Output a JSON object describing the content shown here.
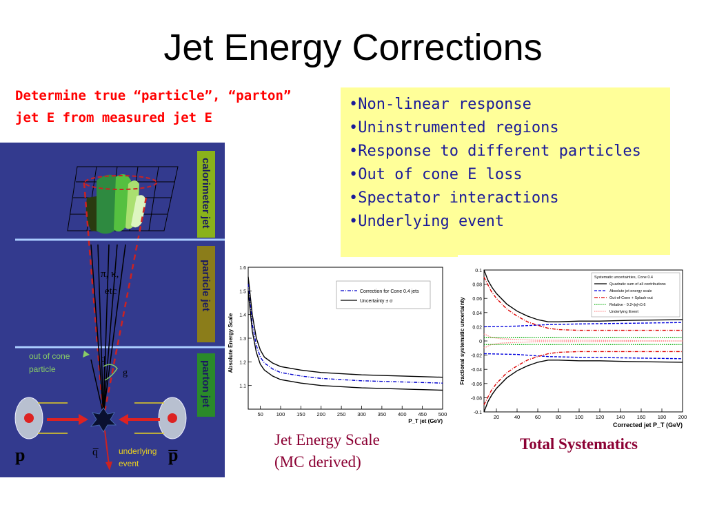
{
  "title": "Jet Energy Corrections",
  "intro": {
    "line1": "Determine true “particle”, “parton”",
    "line2": "jet E from measured jet E"
  },
  "bullets": [
    "•Non-linear response",
    "•Uninstrumented regions",
    "•Response to different particles",
    "•Out of cone E loss",
    "•Spectator interactions",
    "•Underlying event"
  ],
  "diagram": {
    "levels": [
      "calorimeter jet",
      "particle jet",
      "parton jet"
    ],
    "particles": "π, κ,",
    "etc": "etc",
    "out_of_cone_1": "out of cone",
    "out_of_cone_2": "particle",
    "q": "q",
    "g": "g",
    "qbar": "q̅",
    "underlying_1": "underlying",
    "underlying_2": "event",
    "p": "p",
    "pbar": "p̅",
    "colors": {
      "background": "#333a8e",
      "calorimeter": "#8ab21a",
      "particle": "#8b7d1a",
      "parton": "#2a8a2a"
    }
  },
  "captions": {
    "jes_1": "Jet Energy Scale",
    "jes_2": "(MC derived)",
    "syst": "Total Systematics"
  },
  "chart_data": [
    {
      "type": "line",
      "xlabel": "P_T jet (GeV)",
      "ylabel": "Absolute Energy Scale",
      "xlim": [
        20,
        500
      ],
      "ylim": [
        1.0,
        1.6
      ],
      "x_ticks": [
        50,
        100,
        150,
        200,
        250,
        300,
        350,
        400,
        450,
        500
      ],
      "y_ticks": [
        1.1,
        1.2,
        1.3,
        1.4,
        1.5,
        1.6
      ],
      "grid": false,
      "legend_position": "top-right",
      "series": [
        {
          "name": "Correction for Cone 0.4 jets",
          "style": "dash-dot",
          "color": "#0000cc",
          "x": [
            20,
            30,
            40,
            50,
            60,
            80,
            100,
            150,
            200,
            300,
            400,
            500
          ],
          "y": [
            1.53,
            1.36,
            1.27,
            1.22,
            1.195,
            1.17,
            1.155,
            1.14,
            1.13,
            1.12,
            1.115,
            1.11
          ]
        },
        {
          "name": "Uncertainty ± σ",
          "style": "solid",
          "color": "#000000",
          "x": [
            20,
            30,
            40,
            50,
            60,
            80,
            100,
            150,
            200,
            300,
            400,
            500
          ],
          "y": [
            1.56,
            1.4,
            1.3,
            1.25,
            1.22,
            1.195,
            1.18,
            1.165,
            1.155,
            1.145,
            1.14,
            1.135
          ]
        },
        {
          "name": "",
          "style": "solid",
          "color": "#000000",
          "x": [
            20,
            30,
            40,
            50,
            60,
            80,
            100,
            150,
            200,
            300,
            400,
            500
          ],
          "y": [
            1.5,
            1.33,
            1.24,
            1.19,
            1.165,
            1.14,
            1.125,
            1.11,
            1.1,
            1.09,
            1.085,
            1.08
          ]
        }
      ]
    },
    {
      "type": "line",
      "xlabel": "Corrected jet P_T (GeV)",
      "ylabel": "Fractional systematic uncertainty",
      "xlim": [
        8,
        200
      ],
      "ylim": [
        -0.1,
        0.1
      ],
      "x_ticks": [
        20,
        40,
        60,
        80,
        100,
        120,
        140,
        160,
        180,
        200
      ],
      "y_ticks": [
        -0.1,
        -0.08,
        -0.06,
        -0.04,
        -0.02,
        0,
        0.02,
        0.04,
        0.06,
        0.08,
        0.1
      ],
      "grid": false,
      "legend_title": "Systematic uncertainties, Cone 0.4",
      "legend_position": "top-right",
      "series": [
        {
          "name": "Quadratic sum of all contributions",
          "color": "#000000",
          "style": "solid",
          "x": [
            8,
            12,
            16,
            20,
            30,
            40,
            50,
            60,
            70,
            80,
            100,
            120,
            150,
            200
          ],
          "y": [
            0.1,
            0.085,
            0.075,
            0.067,
            0.052,
            0.042,
            0.035,
            0.03,
            0.027,
            0.027,
            0.028,
            0.028,
            0.029,
            0.03
          ]
        },
        {
          "name": "",
          "color": "#000000",
          "style": "solid",
          "x": [
            8,
            12,
            16,
            20,
            30,
            40,
            50,
            60,
            70,
            80,
            100,
            120,
            150,
            200
          ],
          "y": [
            -0.1,
            -0.085,
            -0.075,
            -0.067,
            -0.052,
            -0.042,
            -0.035,
            -0.03,
            -0.027,
            -0.027,
            -0.028,
            -0.028,
            -0.029,
            -0.03
          ]
        },
        {
          "name": "Absolute jet energy scale",
          "color": "#0000dd",
          "style": "dashed",
          "x": [
            8,
            40,
            70,
            100,
            150,
            200
          ],
          "y": [
            0.02,
            0.021,
            0.023,
            0.024,
            0.025,
            0.026
          ]
        },
        {
          "name": "",
          "color": "#0000dd",
          "style": "dashed",
          "x": [
            8,
            40,
            70,
            100,
            150,
            200
          ],
          "y": [
            -0.018,
            -0.019,
            -0.022,
            -0.023,
            -0.024,
            -0.025
          ]
        },
        {
          "name": "Out-of-Cone + Splash-out",
          "color": "#dd0000",
          "style": "dash-dot",
          "x": [
            8,
            15,
            20,
            30,
            40,
            50,
            60,
            70,
            80,
            100,
            150,
            200
          ],
          "y": [
            0.09,
            0.07,
            0.06,
            0.045,
            0.035,
            0.027,
            0.022,
            0.018,
            0.016,
            0.015,
            0.015,
            0.015
          ]
        },
        {
          "name": "",
          "color": "#dd0000",
          "style": "dash-dot",
          "x": [
            8,
            15,
            20,
            30,
            40,
            50,
            60,
            70,
            80,
            100,
            150,
            200
          ],
          "y": [
            -0.09,
            -0.07,
            -0.06,
            -0.045,
            -0.035,
            -0.027,
            -0.022,
            -0.018,
            -0.016,
            -0.015,
            -0.015,
            -0.015
          ]
        },
        {
          "name": "Relative - 0.2<|η|<0.6",
          "color": "#00aa00",
          "style": "dotted",
          "x": [
            8,
            50,
            100,
            200
          ],
          "y": [
            0.005,
            0.005,
            0.005,
            0.005
          ]
        },
        {
          "name": "",
          "color": "#00aa00",
          "style": "dotted",
          "x": [
            8,
            50,
            100,
            200
          ],
          "y": [
            -0.005,
            -0.005,
            -0.005,
            -0.005
          ]
        },
        {
          "name": "Underlying Event",
          "color": "#ff8888",
          "style": "dotted",
          "x": [
            8,
            15,
            25,
            40,
            60,
            100,
            200
          ],
          "y": [
            0.01,
            0.005,
            0.003,
            0.002,
            0.001,
            0.001,
            0.0
          ]
        },
        {
          "name": "",
          "color": "#ff8888",
          "style": "dotted",
          "x": [
            8,
            15,
            25,
            40,
            60,
            100,
            200
          ],
          "y": [
            -0.01,
            -0.005,
            -0.003,
            -0.002,
            -0.001,
            -0.001,
            0.0
          ]
        }
      ]
    }
  ]
}
